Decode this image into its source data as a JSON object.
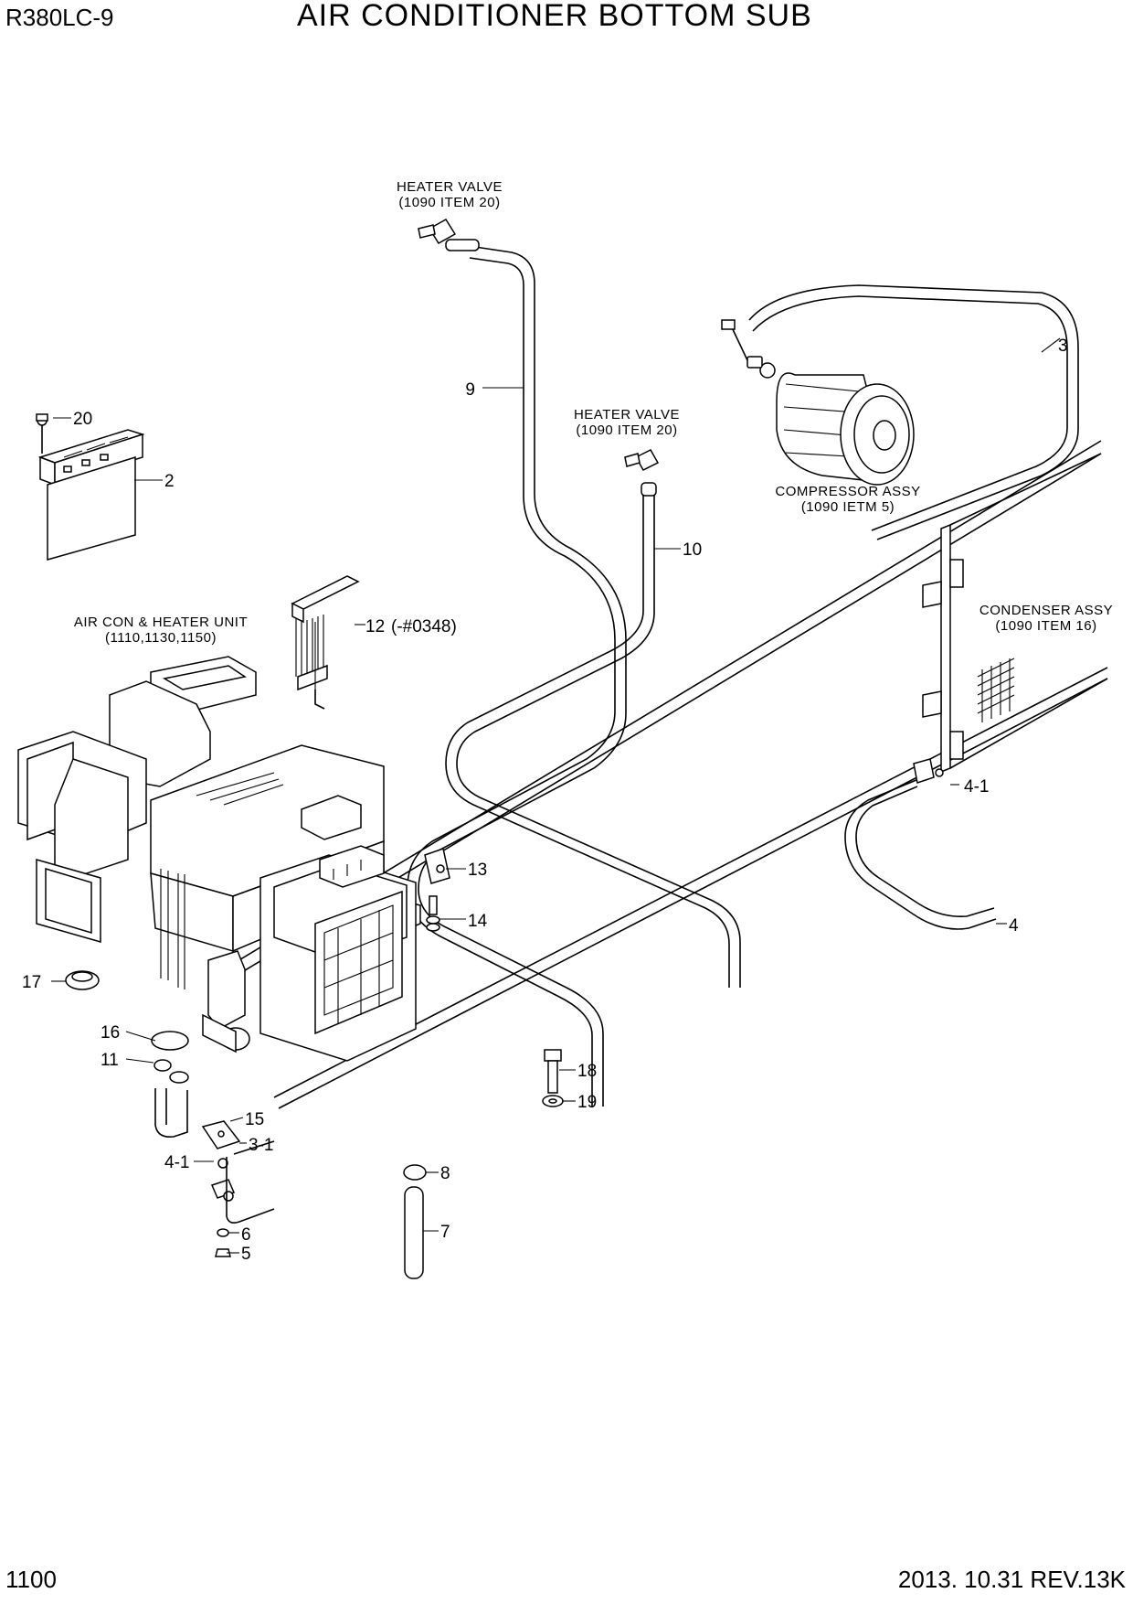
{
  "header": {
    "model": "R380LC-9",
    "title": "AIR CONDITIONER BOTTOM SUB"
  },
  "footer": {
    "page_number": "1100",
    "revision": "2013. 10.31  REV.13K"
  },
  "notes": {
    "heater_valve_top": {
      "name": "HEATER VALVE",
      "ref": "(1090 ITEM 20)"
    },
    "heater_valve_mid": {
      "name": "HEATER VALVE",
      "ref": "(1090 ITEM 20)"
    },
    "compressor": {
      "name": "COMPRESSOR ASSY",
      "ref": "(1090 IETM 5)"
    },
    "condenser": {
      "name": "CONDENSER ASSY",
      "ref": "(1090 ITEM 16)"
    },
    "aircon_unit": {
      "name": "AIR CON & HEATER UNIT",
      "ref": "(1110,1130,1150)"
    }
  },
  "callouts": {
    "c2": "2",
    "c3": "3",
    "c3_1": "3-1",
    "c4": "4",
    "c4_1_right": "4-1",
    "c4_1_left": "4-1",
    "c5": "5",
    "c6": "6",
    "c7": "7",
    "c8": "8",
    "c9": "9",
    "c10": "10",
    "c11": "11",
    "c12": "12",
    "c12_note": "(-#0348)",
    "c13": "13",
    "c14": "14",
    "c15": "15",
    "c16": "16",
    "c17": "17",
    "c18": "18",
    "c19": "19",
    "c20": "20"
  }
}
